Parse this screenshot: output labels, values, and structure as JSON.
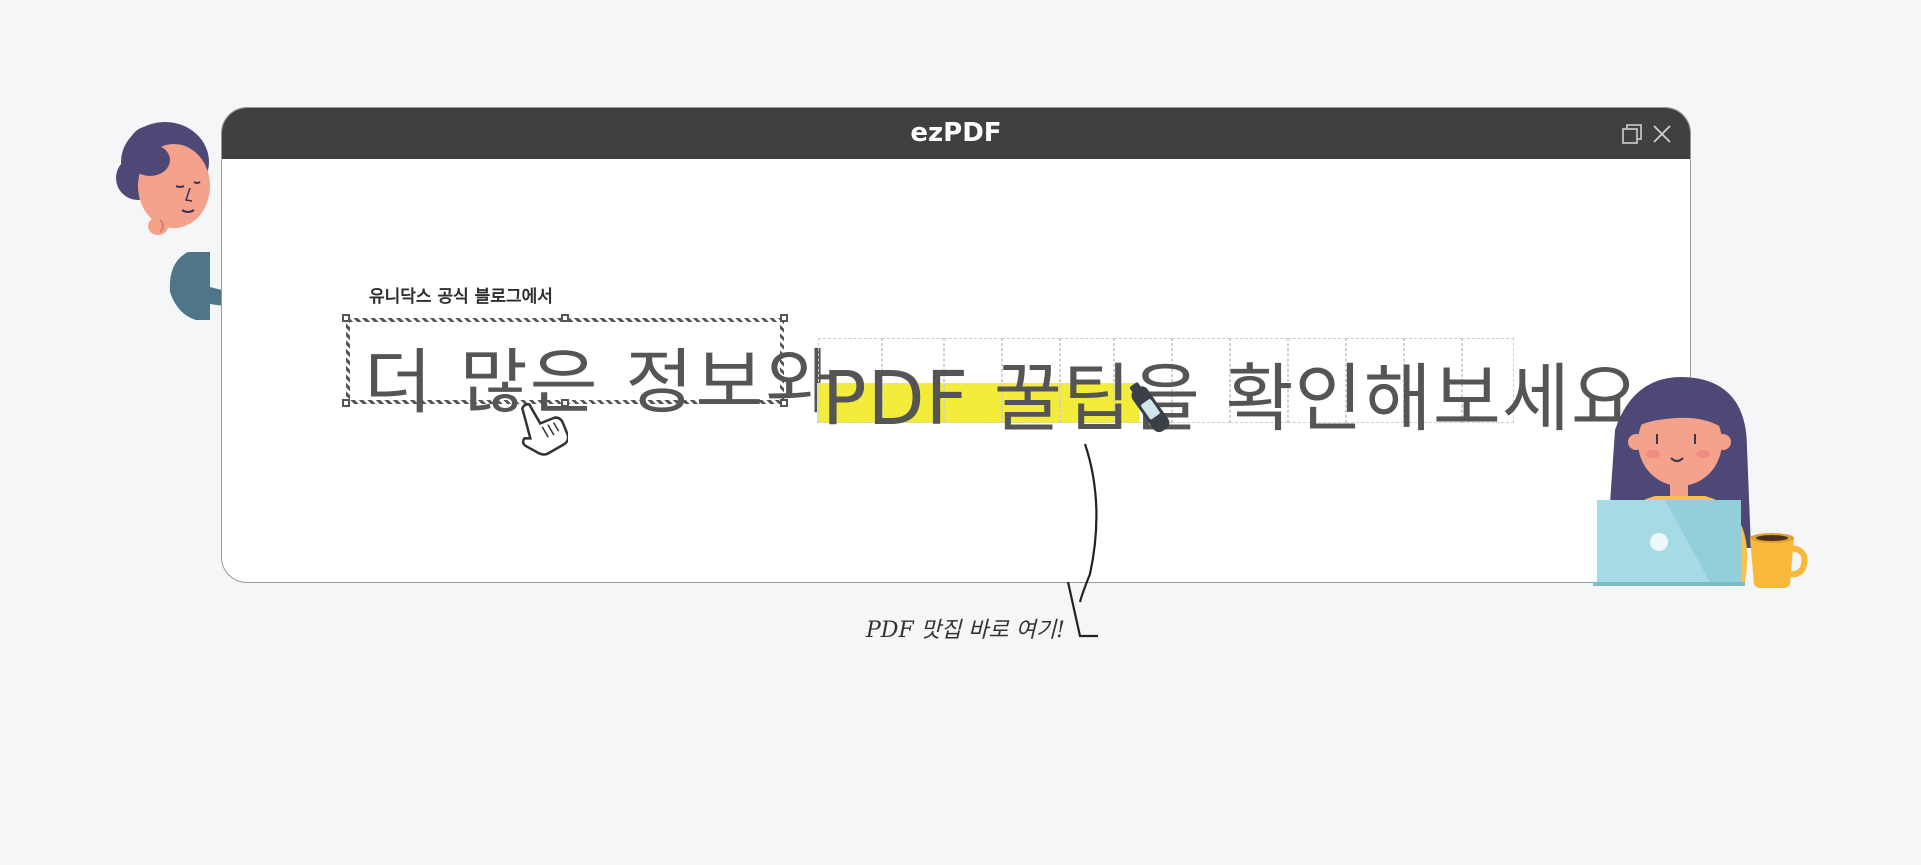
{
  "window": {
    "logo": "ezPDF",
    "controls": [
      "restore-icon",
      "close-icon"
    ]
  },
  "content": {
    "subtitle": "유니닥스 공식 블로그에서",
    "headline_selected": "더 많은 정보와",
    "headline_highlighted": "PDF 꿀팁을",
    "headline_rest": "확인해보세요",
    "annotation": "PDF 맛집 바로 여기!"
  },
  "colors": {
    "titlebar": "#404040",
    "highlight": "#f3ec3a",
    "background": "#f5f6f8"
  },
  "icons": [
    "cursor-hand-icon",
    "highlighter-pen-icon",
    "arrow-icon"
  ]
}
